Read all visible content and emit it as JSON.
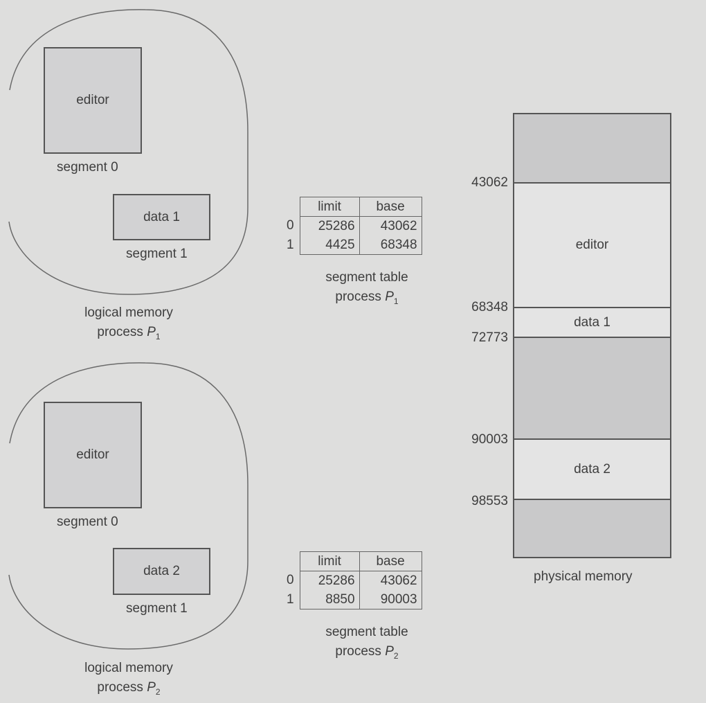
{
  "process1": {
    "segment0_name": "editor",
    "segment0_label": "segment 0",
    "segment1_name": "data 1",
    "segment1_label": "segment 1",
    "caption_line1": "logical memory",
    "caption_line2": "process ",
    "caption_var": "P",
    "caption_sub": "1",
    "table": {
      "header_limit": "limit",
      "header_base": "base",
      "rows": [
        {
          "index": "0",
          "limit": "25286",
          "base": "43062"
        },
        {
          "index": "1",
          "limit": "4425",
          "base": "68348"
        }
      ],
      "caption_line1": "segment table",
      "caption_line2": "process ",
      "caption_var": "P",
      "caption_sub": "1"
    }
  },
  "process2": {
    "segment0_name": "editor",
    "segment0_label": "segment 0",
    "segment1_name": "data 2",
    "segment1_label": "segment 1",
    "caption_line1": "logical memory",
    "caption_line2": "process ",
    "caption_var": "P",
    "caption_sub": "2",
    "table": {
      "header_limit": "limit",
      "header_base": "base",
      "rows": [
        {
          "index": "0",
          "limit": "25286",
          "base": "43062"
        },
        {
          "index": "1",
          "limit": "8850",
          "base": "90003"
        }
      ],
      "caption_line1": "segment table",
      "caption_line2": "process ",
      "caption_var": "P",
      "caption_sub": "2"
    }
  },
  "physical": {
    "caption": "physical memory",
    "addresses": [
      "43062",
      "68348",
      "72773",
      "90003",
      "98553"
    ],
    "regions": {
      "editor": "editor",
      "data1": "data 1",
      "data2": "data 2"
    }
  }
}
